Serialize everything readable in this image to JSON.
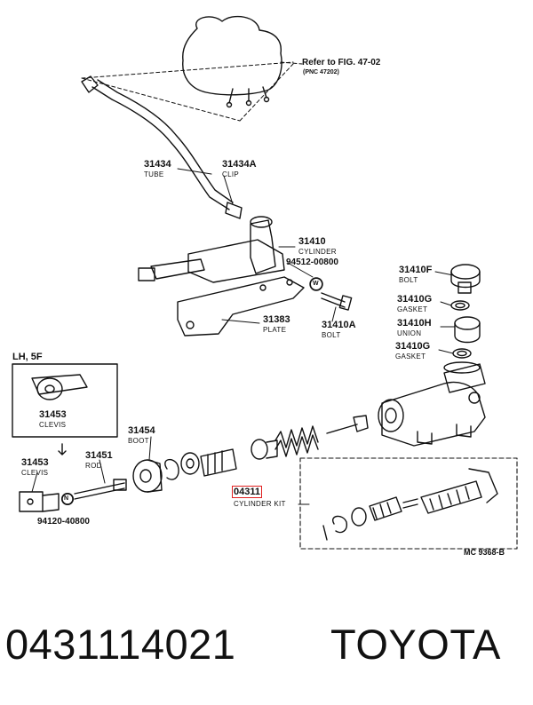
{
  "refer_note": {
    "line1": "Refer to FIG. 47-02",
    "line2": "(PNC 47202)"
  },
  "parts": {
    "tube": {
      "number": "31434",
      "name": "TUBE"
    },
    "clip": {
      "number": "31434A",
      "name": "CLIP"
    },
    "cylinder": {
      "number": "31410",
      "name": "CYLINDER"
    },
    "washer_bolt": {
      "number": "94512-00800"
    },
    "plate": {
      "number": "31383",
      "name": "PLATE"
    },
    "bolt_a": {
      "number": "31410A",
      "name": "BOLT"
    },
    "bolt_f": {
      "number": "31410F",
      "name": "BOLT"
    },
    "gasket_g1": {
      "number": "31410G",
      "name": "GASKET"
    },
    "union_h": {
      "number": "31410H",
      "name": "UNION"
    },
    "gasket_g2": {
      "number": "31410G",
      "name": "GASKET"
    },
    "clevis_lh": {
      "number": "31453",
      "name": "CLEVIS"
    },
    "boot": {
      "number": "31454",
      "name": "BOOT"
    },
    "rod": {
      "number": "31451",
      "name": "ROD"
    },
    "clevis": {
      "number": "31453",
      "name": "CLEVIS"
    },
    "nut": {
      "number": "94120-40800"
    },
    "cylinder_kit": {
      "number": "04311",
      "name": "CYLINDER KIT"
    }
  },
  "inset_label": "LH, 5F",
  "figure_code": "MC  9368-B",
  "marker_w": "W",
  "marker_n": "N",
  "footer": {
    "part_number": "0431114021",
    "brand": "TOYOTA"
  },
  "colors": {
    "highlight": "#e02020",
    "ink": "#111111"
  }
}
